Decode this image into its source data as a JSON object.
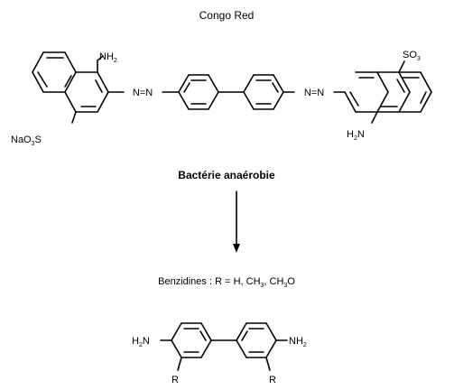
{
  "title": "Congo Red",
  "labels": {
    "nh2_top": "NH",
    "nh2_top_sub": "2",
    "so3_right": "SO",
    "so3_right_sub": "3",
    "h2n_right": "H",
    "h2n_right_sub": "2",
    "h2n_right_tail": "N",
    "naso3_left": "NaO",
    "naso3_left_sub": "3",
    "naso3_left_tail": "S",
    "azo_left": "N=N",
    "azo_right": "N=N"
  },
  "arrow_label": "Bactérie anaérobie",
  "products": {
    "line_prefix": "Benzidines : R = H, CH",
    "line_sub1": "3",
    "line_mid": ", CH",
    "line_sub2": "3",
    "line_suffix": "O",
    "h2n_left": "H",
    "h2n_left_sub": "2",
    "h2n_left_tail": "N",
    "nh2_right": "NH",
    "nh2_right_sub": "2",
    "r_left": "R",
    "r_right": "R"
  },
  "colors": {
    "ink": "#000000",
    "background": "#ffffff"
  }
}
